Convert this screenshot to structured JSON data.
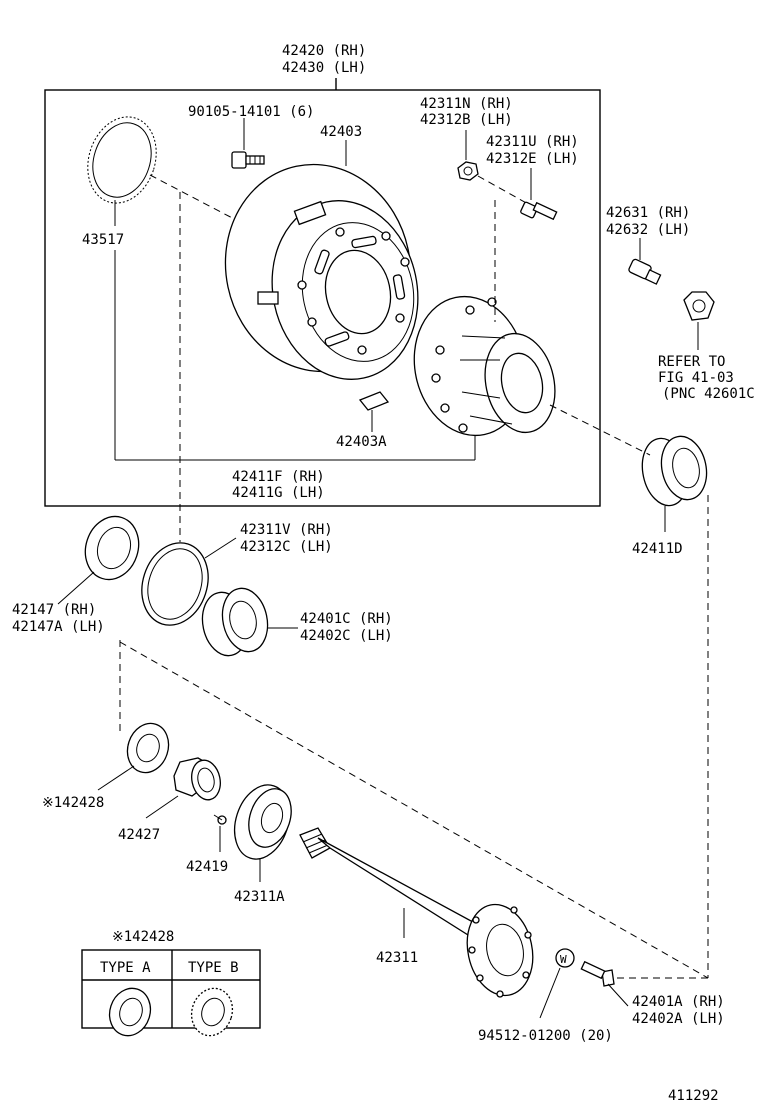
{
  "labels": {
    "hub_assy_rh": "42420 (RH)",
    "hub_assy_lh": "42430 (LH)",
    "bolt": "90105-14101 (6)",
    "drum": "42403",
    "nut_rh": "42311N (RH)",
    "nut_lh": "42312B (LH)",
    "stud_rh": "42311U (RH)",
    "stud_lh": "42312E (LH)",
    "ring": "43517",
    "hub_bolt_rh": "42631 (RH)",
    "hub_bolt_lh": "42632 (LH)",
    "refer_1": "REFER TO",
    "refer_2": "FIG 41-03",
    "refer_3": "(PNC 42601C",
    "key": "42403A",
    "hub_rh": "42411F (RH)",
    "hub_lh": "42411G (LH)",
    "bearing_outer": "42411D",
    "cup_rh": "42311V (RH)",
    "cup_lh": "42312C (LH)",
    "seal_rh": "42147  (RH)",
    "seal_lh": "42147A (LH)",
    "bearing_rh": "42401C (RH)",
    "bearing_lh": "42402C (LH)",
    "washer": "※142428",
    "lock_nut": "42427",
    "screw": "42419",
    "oil_seal": "42311A",
    "shaft": "42311",
    "flange_bolt_rh": "42401A (RH)",
    "flange_bolt_lh": "42402A (LH)",
    "washer_w": "94512-01200 (20)",
    "w_mark": "W",
    "figure_no": "411292"
  },
  "inset": {
    "title": "※142428",
    "type_a": "TYPE  A",
    "type_b": "TYPE  B"
  }
}
